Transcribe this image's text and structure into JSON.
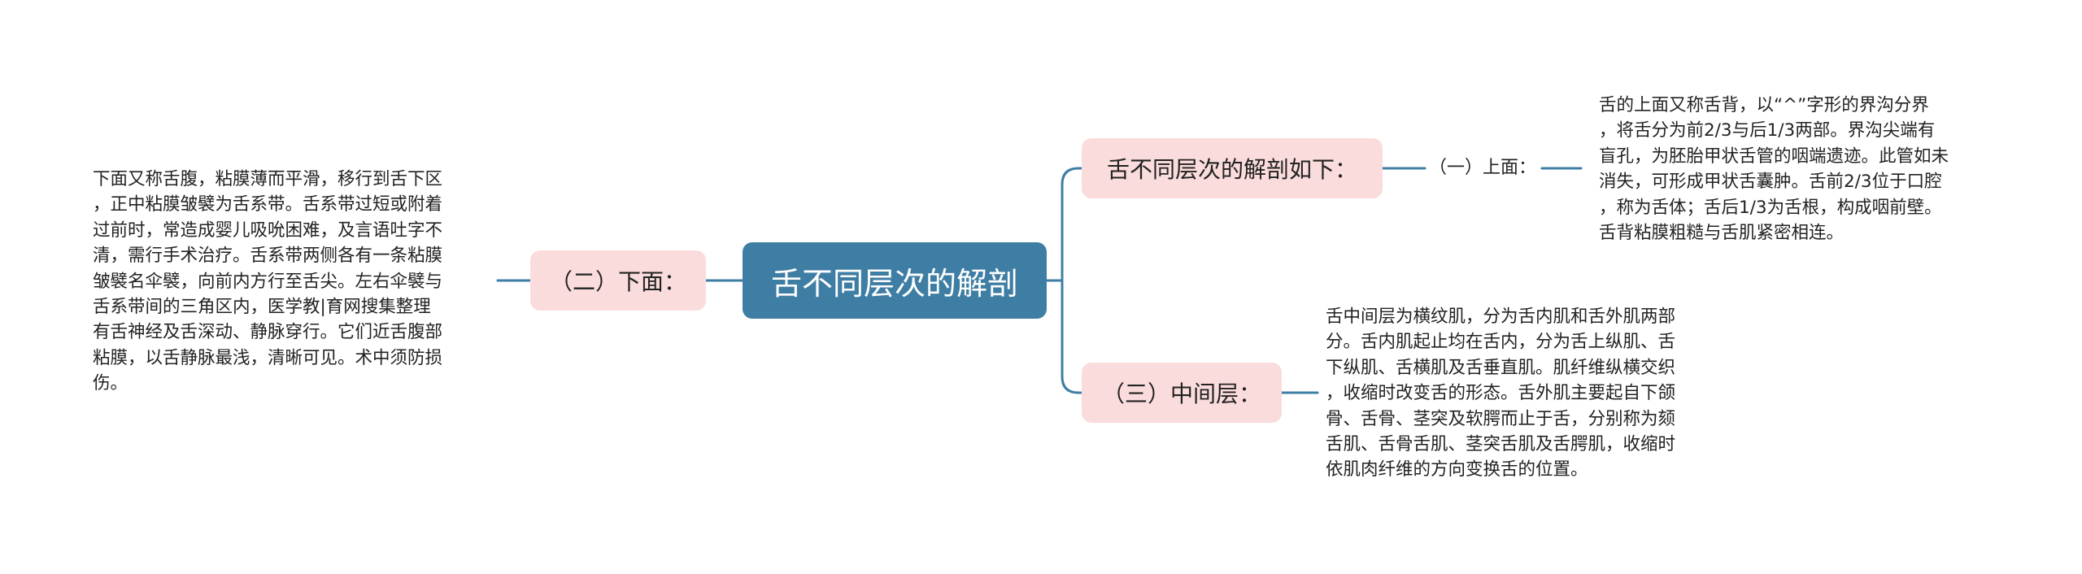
{
  "mindmap": {
    "root": {
      "label": "舌不同层次的解剖"
    },
    "branches": [
      {
        "id": "top",
        "label": "舌不同层次的解剖如下：",
        "child": {
          "label": "（一）上面：",
          "text": "舌的上面又称舌背，以“^”字形的界沟分界\n，将舌分为前2/3与后1/3两部。界沟尖端有\n盲孔，为胚胎甲状舌管的咽端遗迹。此管如未\n消失，可形成甲状舌囊肿。舌前2/3位于口腔\n，称为舌体；舌后1/3为舌根，构成咽前壁。\n舌背粘膜粗糙与舌肌紧密相连。"
        }
      },
      {
        "id": "left",
        "label": "（二）下面：",
        "text": "下面又称舌腹，粘膜薄而平滑，移行到舌下区\n，正中粘膜皱襞为舌系带。舌系带过短或附着\n过前时，常造成婴儿吸吮困难，及言语吐字不\n清，需行手术治疗。舌系带两侧各有一条粘膜\n皱襞名伞襞，向前内方行至舌尖。左右伞襞与\n舌系带间的三角区内，医学教|育网搜集整理\n有舌神经及舌深动、静脉穿行。它们近舌腹部\n粘膜，以舌静脉最浅，清晰可见。术中须防损\n伤。"
      },
      {
        "id": "mid",
        "label": "（三）中间层：",
        "text": "舌中间层为横纹肌，分为舌内肌和舌外肌两部\n分。舌内肌起止均在舌内，分为舌上纵肌、舌\n下纵肌、舌横肌及舌垂直肌。肌纤维纵横交织\n，收缩时改变舌的形态。舌外肌主要起自下颌\n骨、舌骨、茎突及软腭而止于舌，分别称为颏\n舌肌、舌骨舌肌、茎突舌肌及舌腭肌，收缩时\n依肌肉纤维的方向变换舌的位置。"
      }
    ],
    "colors": {
      "root_fill": "#3f7ea4",
      "branch_fill": "#fbdcdc",
      "connector": "#3f7ea4",
      "text": "#222222",
      "background": "#ffffff"
    }
  }
}
